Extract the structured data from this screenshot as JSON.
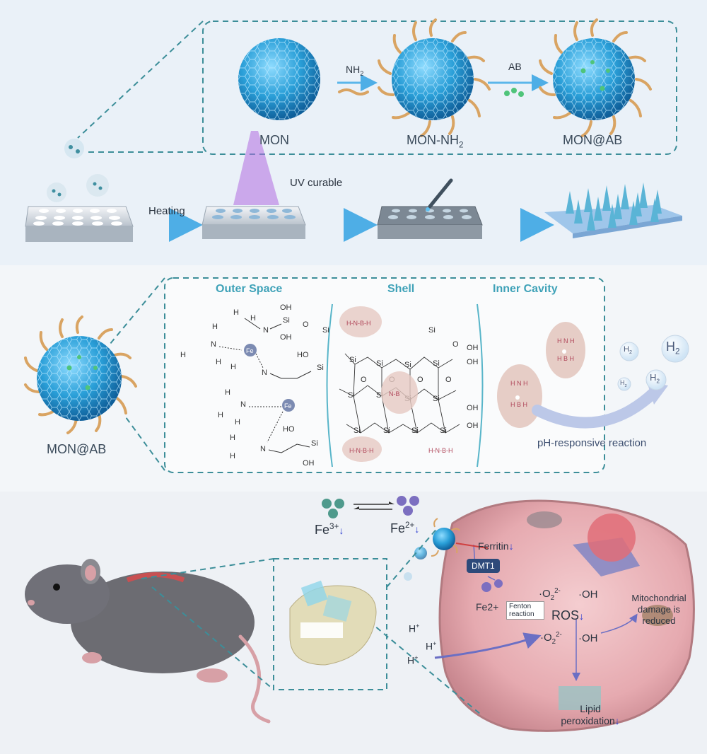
{
  "top": {
    "mon": "MON",
    "nh2_label": "NH",
    "nh2_sub": "2",
    "ab_label": "AB",
    "mon_nh2": "MON-NH",
    "mon_nh2_sub": "2",
    "mon_ab": "MON@AB",
    "heating": "Heating",
    "uv": "UV curable"
  },
  "middle": {
    "outer_space": "Outer Space",
    "shell": "Shell",
    "inner_cavity": "Inner Cavity",
    "mon_ab": "MON@AB",
    "ph_reaction": "pH-responsive reaction",
    "h2": "H",
    "h2_sub": "2"
  },
  "bottom": {
    "fe3": "Fe",
    "fe3_sup": "3+",
    "fe2": "Fe",
    "fe2_sup": "2+",
    "ferritin": "Ferritin",
    "dmt1": "DMT1",
    "fe2plus": "Fe2+",
    "fenton": "Fenton reaction",
    "o2": "·O",
    "o2_sub": "2",
    "o2_sup": "2-",
    "oh": "·OH",
    "ros": "ROS",
    "mito": "Mitochondrial damage is reduced",
    "lipid": "Lipid peroxidation",
    "hplus": "H",
    "hplus_sup": "+"
  },
  "colors": {
    "accent_teal": "#3fa2b8",
    "sphere_blue": "#2a9fd8",
    "ligand_orange": "#d9a463",
    "cell_pink": "#e9b8bd",
    "arrow_blue": "#67b7e6",
    "dmt1_navy": "#2e4a7a"
  }
}
